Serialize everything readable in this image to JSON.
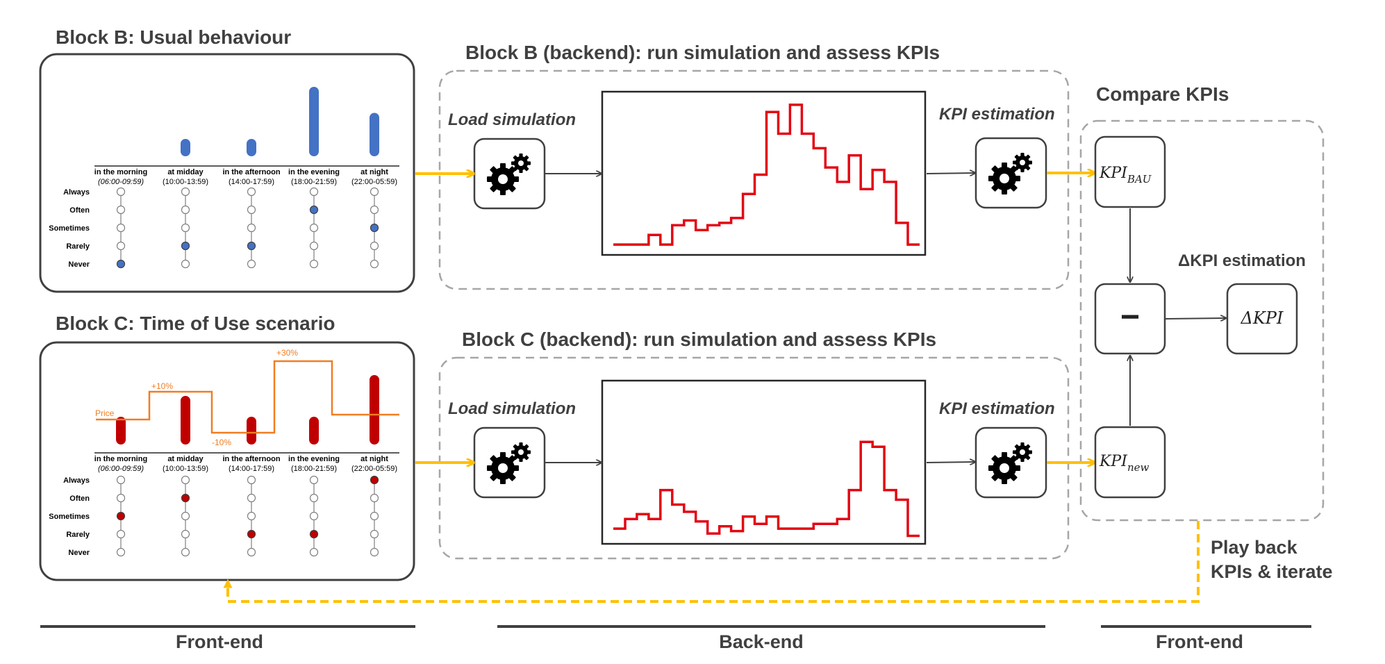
{
  "titles": {
    "block_b": "Block B: Usual behaviour",
    "block_c": "Block C: Time of Use scenario",
    "block_b_backend": "Block B (backend): run simulation and assess KPIs",
    "block_c_backend": "Block C (backend): run simulation and assess KPIs",
    "compare": "Compare KPIs"
  },
  "labels": {
    "load_simulation": "Load simulation",
    "kpi_estimation": "KPI estimation",
    "delta_kpi_estimation": "ΔKPI estimation",
    "kpi_base": "KPI",
    "kpi_bau_sub": "BAU",
    "kpi_new_sub": "new",
    "delta_kpi": "ΔKPI",
    "minus": "−",
    "playback_line1": "Play back",
    "playback_line2": "KPIs & iterate",
    "price": "Price",
    "price_changes": [
      "+10%",
      "-10%",
      "+30%"
    ]
  },
  "footer": {
    "left": "Front-end",
    "middle": "Back-end",
    "right": "Front-end"
  },
  "time_slots": [
    {
      "name": "in the morning",
      "hours": "(06:00-09:59)",
      "hours_italic": true
    },
    {
      "name": "at midday",
      "hours": "(10:00-13:59)",
      "hours_italic": false
    },
    {
      "name": "in the afternoon",
      "hours": "(14:00-17:59)",
      "hours_italic": false
    },
    {
      "name": "in the evening",
      "hours": "(18:00-21:59)",
      "hours_italic": false
    },
    {
      "name": "at night",
      "hours": "(22:00-05:59)",
      "hours_italic": false
    }
  ],
  "frequency_levels": [
    "Always",
    "Often",
    "Sometimes",
    "Rarely",
    "Never"
  ],
  "block_b_selection": [
    "Never",
    "Rarely",
    "Rarely",
    "Often",
    "Sometimes"
  ],
  "block_c_selection": [
    "Sometimes",
    "Often",
    "Rarely",
    "Rarely",
    "Always"
  ],
  "block_b_bar_level": [
    0,
    1,
    1,
    4,
    2.5
  ],
  "block_c_bar_level": [
    1,
    1.75,
    1,
    1,
    2.5
  ],
  "colors": {
    "block_b_accent": "#4472c4",
    "block_c_accent": "#c00000",
    "price_line": "#f07d22",
    "flow_arrow": "#ffc000",
    "load_curve": "#e30613",
    "dashed_box": "#a6a6a6",
    "text": "#404040"
  },
  "load_profile_b": [
    2,
    2,
    2,
    6,
    2,
    10,
    12,
    8,
    10,
    11,
    13,
    23,
    31,
    57,
    48,
    60,
    48,
    42,
    34,
    28,
    39,
    25,
    33,
    28,
    11,
    2
  ],
  "load_profile_c": [
    4,
    8,
    10,
    8,
    20,
    14,
    11,
    7,
    2,
    5,
    3,
    9,
    6,
    9,
    4,
    4,
    4,
    6,
    6,
    8,
    20,
    40,
    38,
    20,
    16,
    1
  ],
  "icons": [
    "gear-icon",
    "arrow-right-icon",
    "arrow-down-icon",
    "arrow-up-icon",
    "dashed-return-arrow-icon"
  ]
}
